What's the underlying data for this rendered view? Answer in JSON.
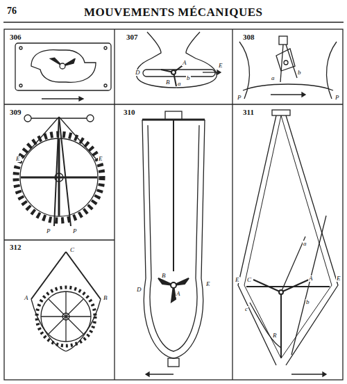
{
  "diagram": {
    "title": "MOUVEMENTS MÉCANIQUES",
    "labels": [
      "76",
      "306",
      "307",
      "308",
      "309",
      "310",
      "311",
      "312",
      "A",
      "E",
      "D",
      "B",
      "a",
      "b",
      "P",
      "P",
      "a",
      "b",
      "E",
      "E",
      "P",
      "P",
      "D",
      "E",
      "B",
      "A",
      "E",
      "E",
      "C",
      "A",
      "a",
      "b",
      "c",
      "R",
      "A",
      "B",
      "C"
    ]
  }
}
